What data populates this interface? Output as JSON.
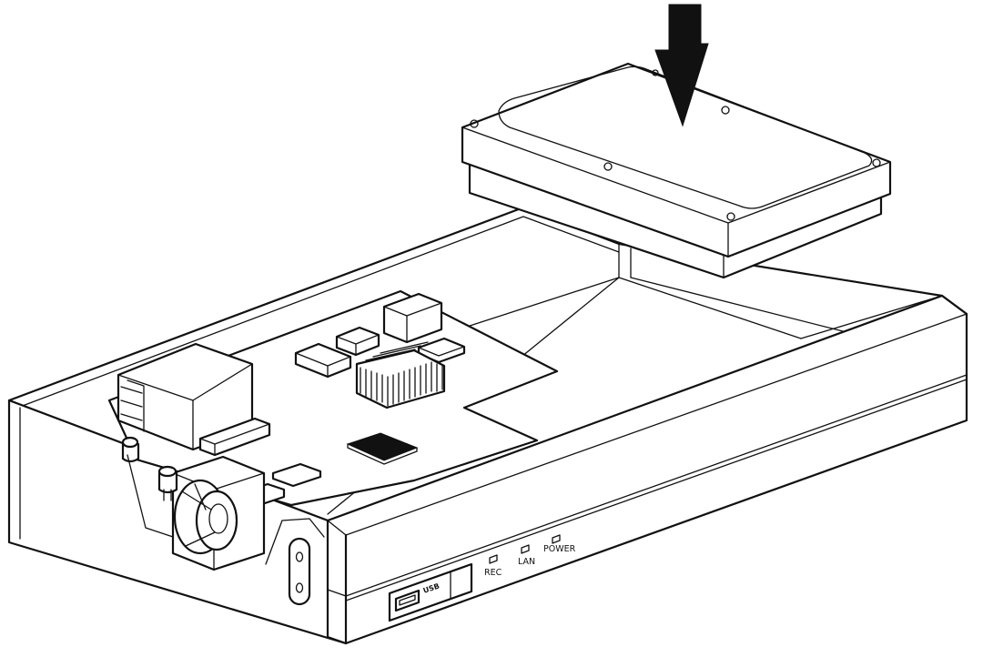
{
  "diagram": {
    "panel_labels": {
      "usb": "USB",
      "rec": "REC",
      "lan": "LAN",
      "power": "POWER"
    },
    "arrow_direction": "down",
    "colors": {
      "line": "#111111",
      "background": "#ffffff"
    }
  }
}
